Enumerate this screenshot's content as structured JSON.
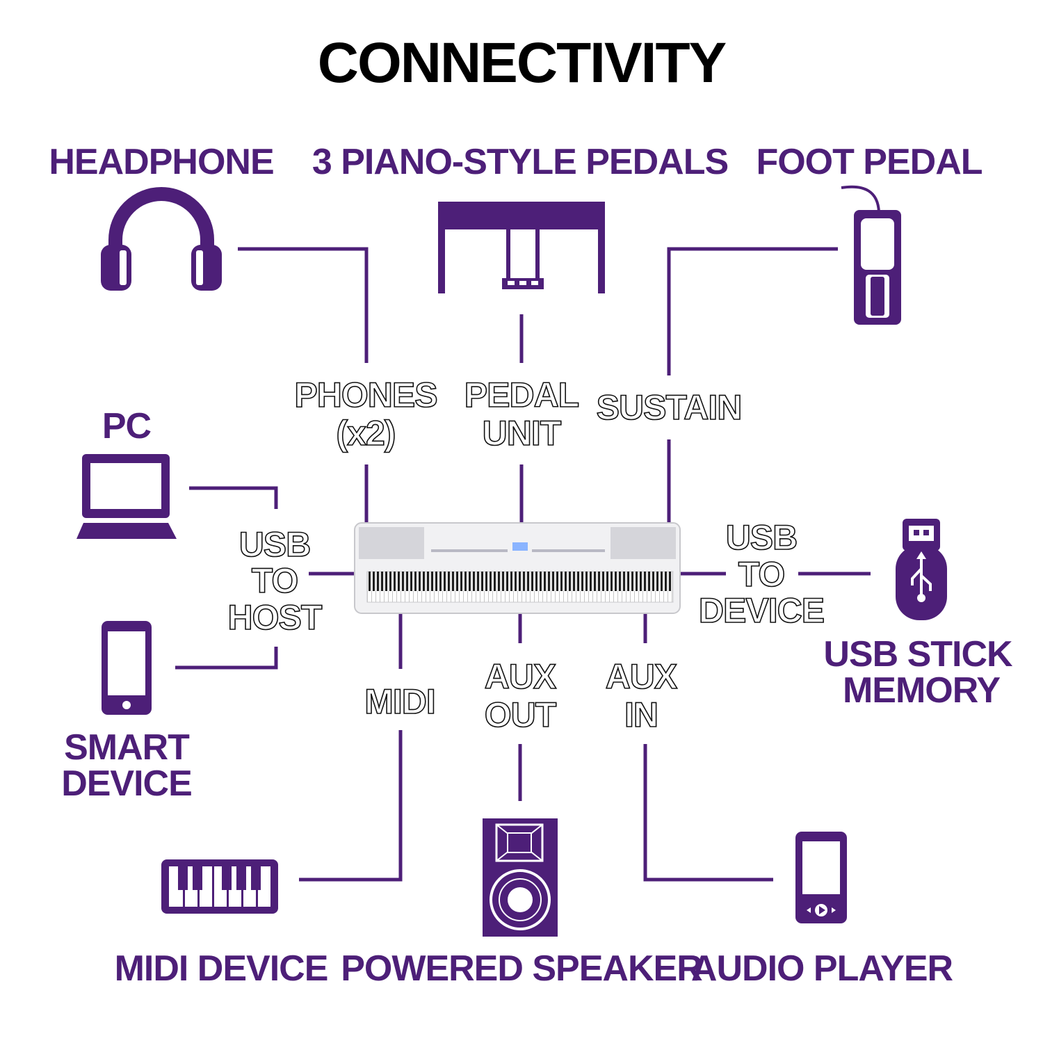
{
  "title": "CONNECTIVITY",
  "devices": {
    "headphone": "HEADPHONE",
    "pedals": "3 PIANO-STYLE PEDALS",
    "foot_pedal": "FOOT PEDAL",
    "pc": "PC",
    "smart_device": [
      "SMART",
      "DEVICE"
    ],
    "usb_stick": [
      "USB STICK",
      "MEMORY"
    ],
    "midi_device": "MIDI DEVICE",
    "powered_speaker": "POWERED SPEAKER",
    "audio_player": "AUDIO PLAYER"
  },
  "ports": {
    "phones": [
      "PHONES",
      "(x2)"
    ],
    "pedal_unit": [
      "PEDAL",
      "UNIT"
    ],
    "sustain": "SUSTAIN",
    "usb_to_host": [
      "USB",
      "TO",
      "HOST"
    ],
    "usb_to_device": [
      "USB",
      "TO",
      "DEVICE"
    ],
    "midi": "MIDI",
    "aux_out": [
      "AUX",
      "OUT"
    ],
    "aux_in": [
      "AUX",
      "IN"
    ]
  },
  "colors": {
    "accent": "#4d1f78",
    "title": "#000000",
    "piano_body": "#f1f1f3"
  }
}
